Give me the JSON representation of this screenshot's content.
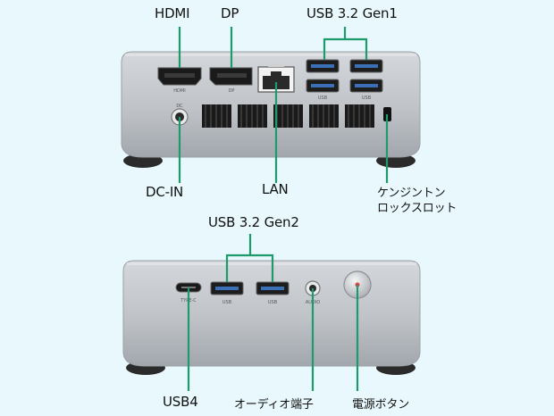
{
  "colors": {
    "background": "#e8f8fc",
    "leader_line": "#1f9a6c",
    "chassis_top": "#c9cdd2",
    "chassis_bottom": "#9ea4aa"
  },
  "rear_panel": {
    "callouts": {
      "hdmi": "HDMI",
      "dp": "DP",
      "usb32gen1": "USB 3.2 Gen1",
      "dcin": "DC-IN",
      "lan": "LAN",
      "kensington_line1": "ケンジントン",
      "kensington_line2": "ロックスロット"
    },
    "port_text": {
      "hdmi": "HDMI",
      "dp": "DP",
      "dc": "DC",
      "usb_a": "USB",
      "usb_b": "USB"
    }
  },
  "front_panel": {
    "callouts": {
      "usb32gen2": "USB 3.2 Gen2",
      "usb4": "USB4",
      "audio": "オーディオ端子",
      "power": "電源ボタン"
    },
    "port_text": {
      "typec": "TYPE-C",
      "usb_a": "USB",
      "usb_b": "USB",
      "audio": "AUDIO"
    }
  }
}
